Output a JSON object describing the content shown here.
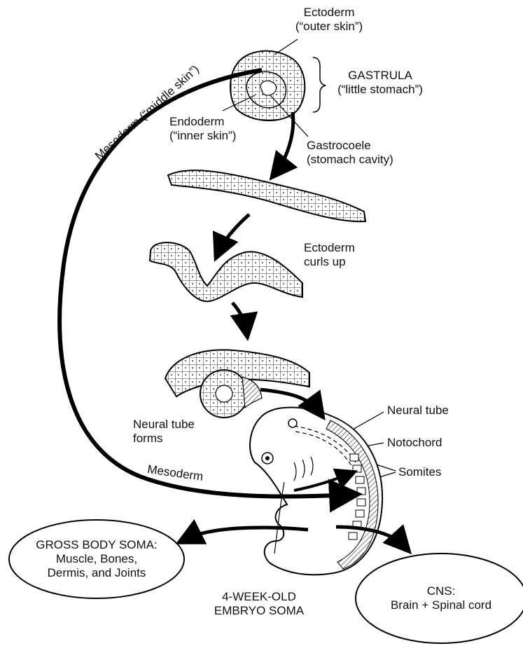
{
  "labels": {
    "ectoderm_top": {
      "line1": "Ectoderm",
      "line2": "(“outer skin”)"
    },
    "gastrula": {
      "line1": "GASTRULA",
      "line2": "(“little stomach”)"
    },
    "mesoderm_middle_skin": "Mesoderm (“middle skin”)",
    "endoderm": {
      "line1": "Endoderm",
      "line2": "(“inner skin”)"
    },
    "gastrocoele": {
      "line1": "Gastrocoele",
      "line2": "(stomach cavity)"
    },
    "ectoderm_curls": {
      "line1": "Ectoderm",
      "line2": "curls up"
    },
    "neural_tube_forms": {
      "line1": "Neural tube",
      "line2": "forms"
    },
    "neural_tube": "Neural tube",
    "notochord": "Notochord",
    "somites": "Somites",
    "mesoderm": "Mesoderm",
    "gross_body_soma": {
      "line1": "GROSS BODY SOMA:",
      "line2": "Muscle, Bones,",
      "line3": "Dermis, and Joints"
    },
    "cns": {
      "line1": "CNS:",
      "line2": "Brain + Spinal cord"
    },
    "embryo": {
      "line1": "4-WEEK-OLD",
      "line2": "EMBRYO SOMA"
    }
  }
}
